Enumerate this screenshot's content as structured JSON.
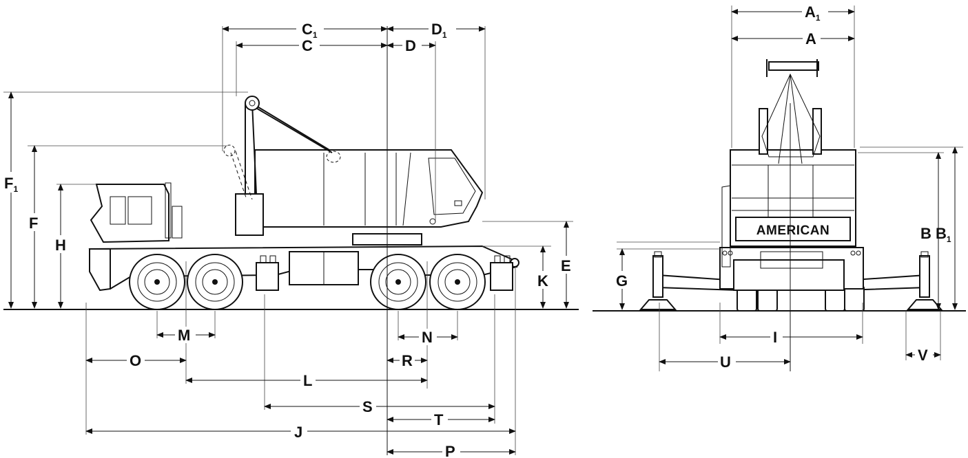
{
  "brand_text": "AMERICAN",
  "dimensions": {
    "A1": {
      "base": "A",
      "sub": "1"
    },
    "A": {
      "base": "A",
      "sub": ""
    },
    "B": {
      "base": "B",
      "sub": ""
    },
    "B1": {
      "base": "B",
      "sub": "1"
    },
    "C1": {
      "base": "C",
      "sub": "1"
    },
    "C": {
      "base": "C",
      "sub": ""
    },
    "D1": {
      "base": "D",
      "sub": "1"
    },
    "D": {
      "base": "D",
      "sub": ""
    },
    "E": {
      "base": "E",
      "sub": ""
    },
    "F1": {
      "base": "F",
      "sub": "1"
    },
    "F": {
      "base": "F",
      "sub": ""
    },
    "G": {
      "base": "G",
      "sub": ""
    },
    "H": {
      "base": "H",
      "sub": ""
    },
    "I": {
      "base": "I",
      "sub": ""
    },
    "J": {
      "base": "J",
      "sub": ""
    },
    "K": {
      "base": "K",
      "sub": ""
    },
    "L": {
      "base": "L",
      "sub": ""
    },
    "M": {
      "base": "M",
      "sub": ""
    },
    "N": {
      "base": "N",
      "sub": ""
    },
    "O": {
      "base": "O",
      "sub": ""
    },
    "P": {
      "base": "P",
      "sub": ""
    },
    "R": {
      "base": "R",
      "sub": ""
    },
    "S": {
      "base": "S",
      "sub": ""
    },
    "T": {
      "base": "T",
      "sub": ""
    },
    "U": {
      "base": "U",
      "sub": ""
    },
    "V": {
      "base": "V",
      "sub": ""
    }
  }
}
